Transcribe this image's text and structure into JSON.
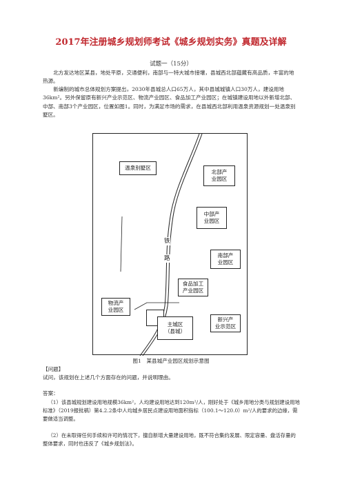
{
  "doc": {
    "title": "2017年注册城乡规划师考试《城乡规划实务》真题及详解",
    "subtitle": "试题一（15分）",
    "paragraphs": [
      "北方发达地区某县，地处平原，交通便利，南部与一特大城市接壤，县城西北部蕴藏有高品质，丰富的地热源。",
      "新编制的城市总体规划方案提出，2030年县城总人口65万人，其中县城城镇人口30万人，建设用地36km²。另外保留原有新兴产业示范区、物流产业园区、食品加工产业园区；在城镇建设用地以外新增北部、中部、南部3个产业园区，位置如图1。同时，为满足市场的需求，在县城西北部利用温泉资源规划一处温泉别墅区。"
    ],
    "figure": {
      "caption": "图1　某县城产业园区规划示意图",
      "rail_label_1": "铁",
      "rail_label_2": "路",
      "zones": {
        "hot_spring": "温泉别墅区",
        "north_1": "北部产",
        "north_2": "业园区",
        "middle_1": "中部产",
        "middle_2": "业园区",
        "south_1": "南部产",
        "south_2": "业园区",
        "food_1": "食品加工",
        "food_2": "产业园区",
        "logistics_1": "物流产",
        "logistics_2": "业园区",
        "main_1": "主城区",
        "main_2": "（县城）",
        "newind_1": "新兴产",
        "newind_2": "业示范区"
      }
    },
    "question_heading": "【问题】",
    "question": "试问，该规划在上述几个方面存在的问题，并说明理由。",
    "answer_heading": "答案：",
    "answers": [
      "（1）该县城规划建设用地规模36km²，人均建设用地达到120m²/人，刚好处于《城乡用地分类与规划建设用地标准》（2019报批稿）第4.2.2条中人均城乡居民点建设用地面积指标（100.1～120.0）m²/人的要求的边缘，需要做适当调整。",
      "（2）在未取得任何手续和许可的情况下，擅自新增大量建设用地，既不符合集约发展、限定容量、盘活存量的整体要求，同时也违反了《城乡规划法》。"
    ]
  }
}
